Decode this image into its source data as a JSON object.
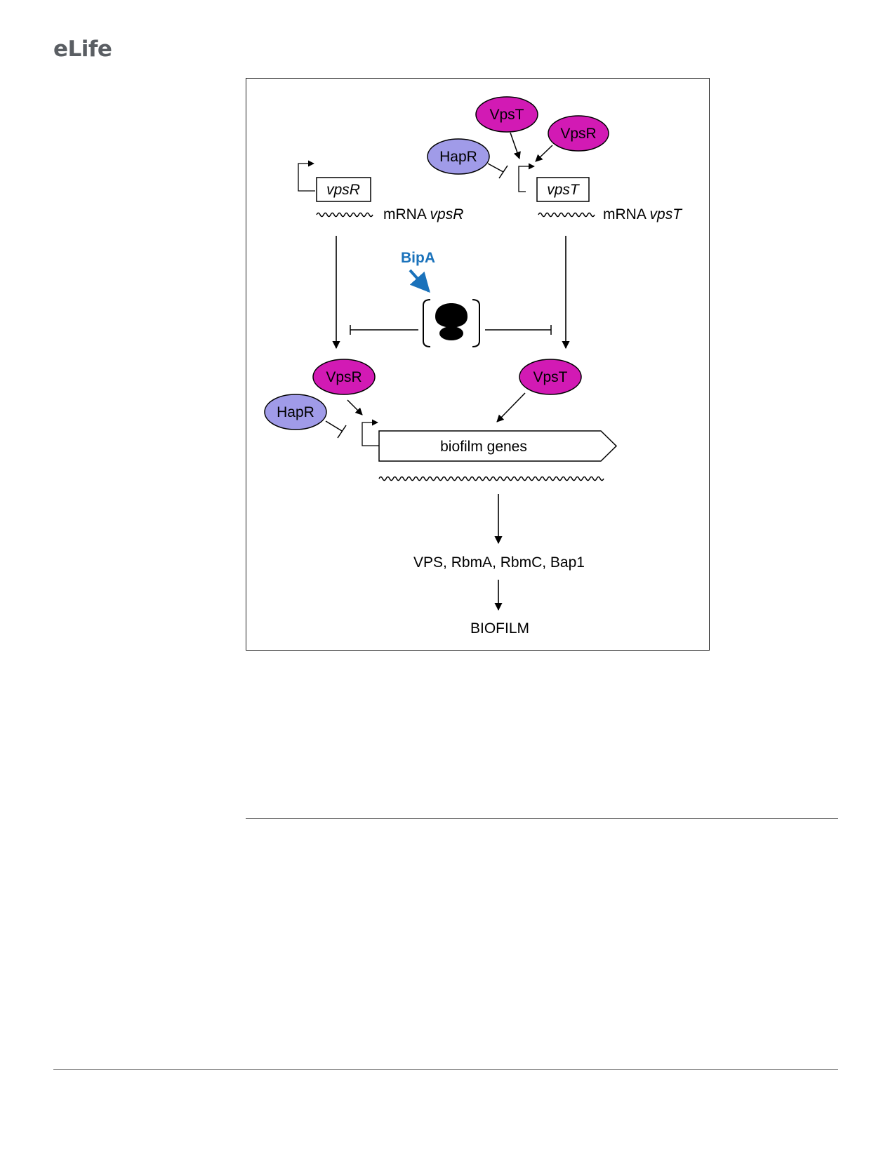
{
  "header": {
    "logo": "eLife"
  },
  "diagram": {
    "colors": {
      "activator": "#d21ab4",
      "repressor": "#a09be8",
      "bipa": "#1a72bb",
      "stroke": "#000000"
    },
    "nodes": {
      "vpst_top": "VpsT",
      "vpsr_top": "VpsR",
      "hapr_top": "HapR",
      "vpsr_gene": "vpsR",
      "vpst_gene": "vpsT",
      "mrna_vpsr_prefix": "mRNA ",
      "mrna_vpsr_gene": "vpsR",
      "mrna_vpst_prefix": "mRNA ",
      "mrna_vpst_gene": "vpsT",
      "bipa": "BipA",
      "vpsr_mid": "VpsR",
      "vpst_mid": "VpsT",
      "hapr_mid": "HapR",
      "biofilm_genes": "biofilm genes",
      "products": "VPS, RbmA, RbmC, Bap1",
      "outcome": "BIOFILM"
    },
    "icons": {
      "ribosome": "ribosome-icon"
    }
  }
}
